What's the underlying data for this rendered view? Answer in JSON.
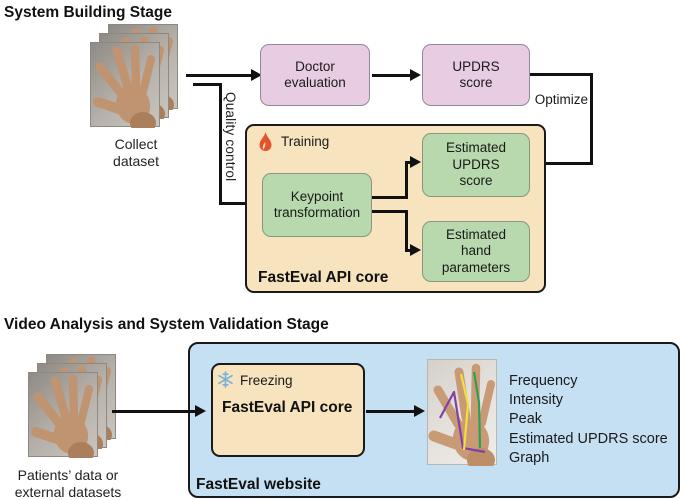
{
  "colors": {
    "pink_box": "#e8cce2",
    "pink_border": "#90899a",
    "green_box": "#b7d9ad",
    "green_border": "#87987f",
    "tan_box": "#f7e3bd",
    "blue_box": "#c6e0f3",
    "panel_border": "#1a1a1a",
    "line": "#111111",
    "flame": "#e4532a",
    "snowflake": "#74b2dc",
    "overlay_yellow": "#f0e03a",
    "overlay_green": "#2f9e52",
    "overlay_purple": "#8040a8"
  },
  "stage1": {
    "title": "System Building Stage",
    "collect_label": "Collect\ndataset",
    "quality_control_label": "Quality control",
    "doctor_box": "Doctor\nevaluation",
    "updrs_box": "UPDRS\nscore",
    "optimize_label": "Optimize",
    "training_label": "Training",
    "training_icon": "flame",
    "keypoint_box": "Keypoint\ntransformation",
    "estimated_updrs_box": "Estimated\nUPDRS\nscore",
    "estimated_hand_box": "Estimated\nhand\nparameters",
    "api_core_label": "FastEval API core"
  },
  "stage2": {
    "title": "Video Analysis and System Validation Stage",
    "patients_label": "Patients’ data or\nexternal datasets",
    "freezing_label": "Freezing",
    "freezing_icon": "snowflake",
    "api_core_label": "FastEval API core",
    "website_label": "FastEval website",
    "outputs": [
      "Frequency",
      "Intensity",
      "Peak",
      "Estimated UPDRS score",
      "Graph"
    ]
  }
}
